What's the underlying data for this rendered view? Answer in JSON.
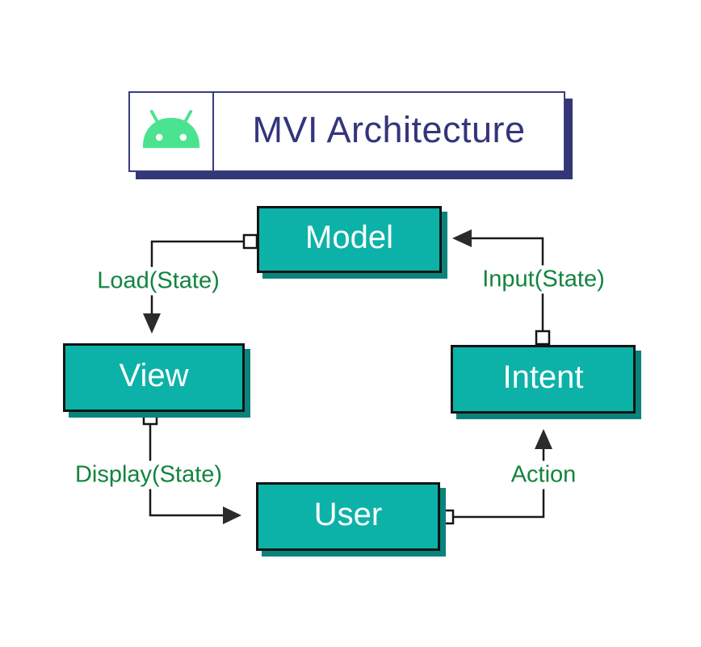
{
  "banner": {
    "title": "MVI Architecture",
    "icon": "android-icon",
    "title_color": "#33357b",
    "border_color": "#3a3c80",
    "shadow_color": "#343775",
    "android_green": "#4be38f"
  },
  "diagram": {
    "type": "flow-cycle",
    "node_fill_color": "#0cb2a8",
    "node_shadow_color": "#0a837d",
    "node_border_color": "#101413",
    "node_text_color": "#ffffff",
    "edge_label_color": "#12843e",
    "wire_color": "#1a1a1a",
    "nodes": [
      {
        "id": "model",
        "label": "Model"
      },
      {
        "id": "view",
        "label": "View"
      },
      {
        "id": "intent",
        "label": "Intent"
      },
      {
        "id": "user",
        "label": "User"
      }
    ],
    "edges": [
      {
        "from": "model",
        "to": "view",
        "label": "Load(State)"
      },
      {
        "from": "view",
        "to": "user",
        "label": "Display(State)"
      },
      {
        "from": "user",
        "to": "intent",
        "label": "Action"
      },
      {
        "from": "intent",
        "to": "model",
        "label": "Input(State)"
      }
    ]
  }
}
